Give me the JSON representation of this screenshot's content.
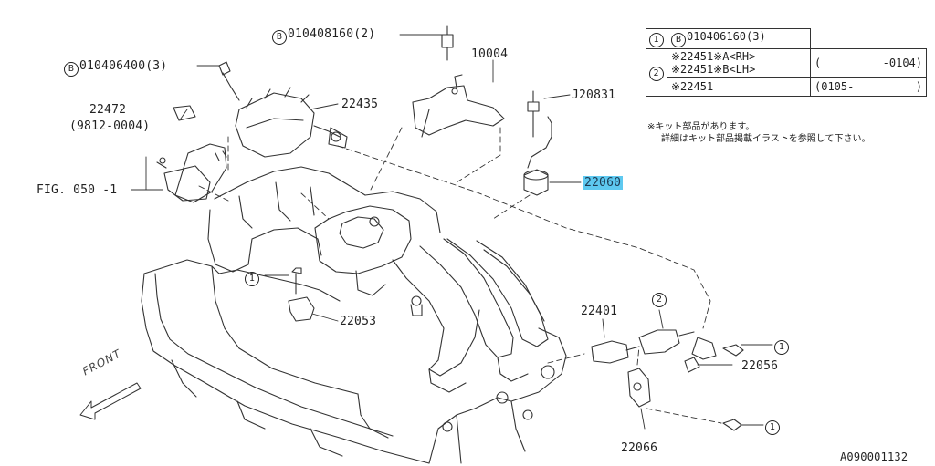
{
  "callouts": {
    "bolt_b_010408160": "010408160(2)",
    "bolt_b_010406400": "010406400(3)",
    "p10004": "10004",
    "p22435": "22435",
    "pJ20831": "J20831",
    "p22472": "22472",
    "p22472_range": "(9812-0004)",
    "fig_ref": "FIG. 050 -1",
    "p22060": "22060",
    "p22053": "22053",
    "p22401": "22401",
    "p22056": "22056",
    "p22066": "22066"
  },
  "markers": {
    "b": "B",
    "one": "1",
    "two": "2"
  },
  "ref_table": {
    "row1_part": "010406160(3)",
    "row2a_part": "※22451※A<RH>",
    "row2b_part": "※22451※B<LH>",
    "row2a_date_left": "(",
    "row2a_date_right": "-0104)",
    "row3_part": "※22451",
    "row3_date_left": "(0105-",
    "row3_date_right": ")"
  },
  "notes": {
    "line1": "※キット部品があります。",
    "line2": "詳細はキット部品掲載イラストを参照して下さい。"
  },
  "front_label": "FRONT",
  "diagram_id": "A090001132",
  "colors": {
    "highlight": "#5ec9f0",
    "line": "#333333"
  }
}
